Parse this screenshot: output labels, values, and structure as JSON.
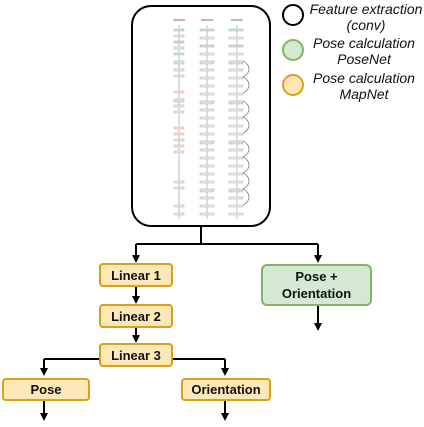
{
  "legend": {
    "feature": {
      "line1": "Feature extraction",
      "line2": "(conv)",
      "color": "#ffffff"
    },
    "posenet": {
      "line1": "Pose calculation",
      "line2": "PoseNet",
      "color": "#d5e8d4"
    },
    "mapnet": {
      "line1": "Pose calculation",
      "line2": "MapNet",
      "color": "#ffe8b8"
    }
  },
  "nodes": {
    "linear1": "Linear 1",
    "linear2": "Linear 2",
    "linear3": "Linear 3",
    "pose": "Pose",
    "orientation": "Orientation",
    "pose_orientation": {
      "line1": "Pose +",
      "line2": "Orientation"
    }
  },
  "colors": {
    "mapnet_border": "#d6a11c",
    "posenet_border": "#82b366",
    "line": "#000000"
  }
}
